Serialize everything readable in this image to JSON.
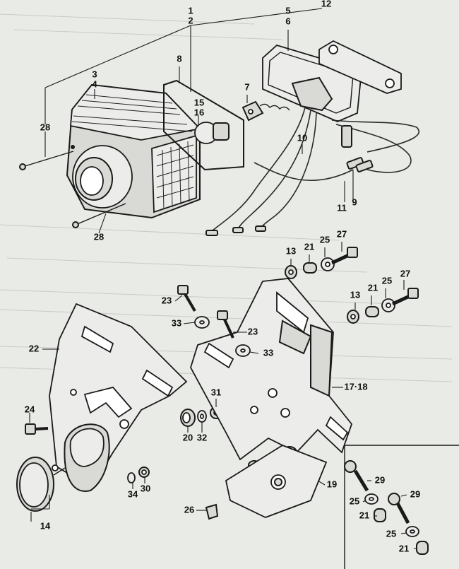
{
  "callouts": {
    "c1": "1",
    "c2": "2",
    "c3": "3",
    "c4": "4",
    "c5": "5",
    "c6": "6",
    "c7": "7",
    "c8": "8",
    "c9": "9",
    "c10": "10",
    "c11": "11",
    "c12": "12",
    "c13a": "13",
    "c13b": "13",
    "c14": "14",
    "c15": "15",
    "c16": "16",
    "c1718": "17·18",
    "c19": "19",
    "c20": "20",
    "c21a": "21",
    "c21b": "21",
    "c21c": "21",
    "c21d": "21",
    "c22": "22",
    "c23a": "23",
    "c23b": "23",
    "c24": "24",
    "c25a": "25",
    "c25b": "25",
    "c25c": "25",
    "c25d": "25",
    "c26": "26",
    "c27a": "27",
    "c27b": "27",
    "c28a": "28",
    "c28b": "28",
    "c29a": "29",
    "c29b": "29",
    "c30": "30",
    "c31": "31",
    "c32": "32",
    "c33a": "33",
    "c33b": "33",
    "c34": "34"
  },
  "colors": {
    "paper": "#e9ebe6",
    "ink": "#1a1a1a"
  }
}
